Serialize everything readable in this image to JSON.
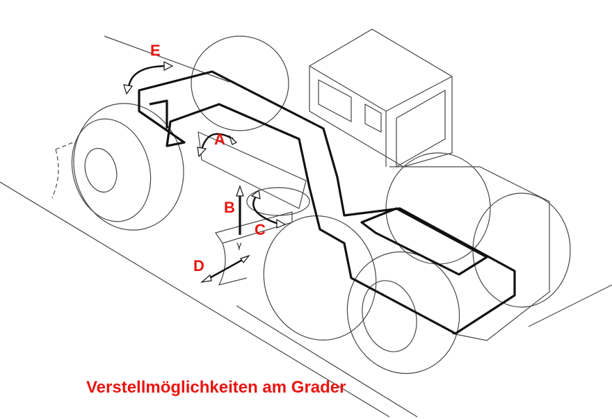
{
  "title": "Verstellmöglichkeiten am Grader",
  "labels": {
    "a": "A",
    "b": "B",
    "c": "C",
    "d": "D",
    "e": "E"
  },
  "angle_symbol": "γ",
  "colors": {
    "label": "#e8140f",
    "line": "#222222",
    "frame": "#111111"
  }
}
